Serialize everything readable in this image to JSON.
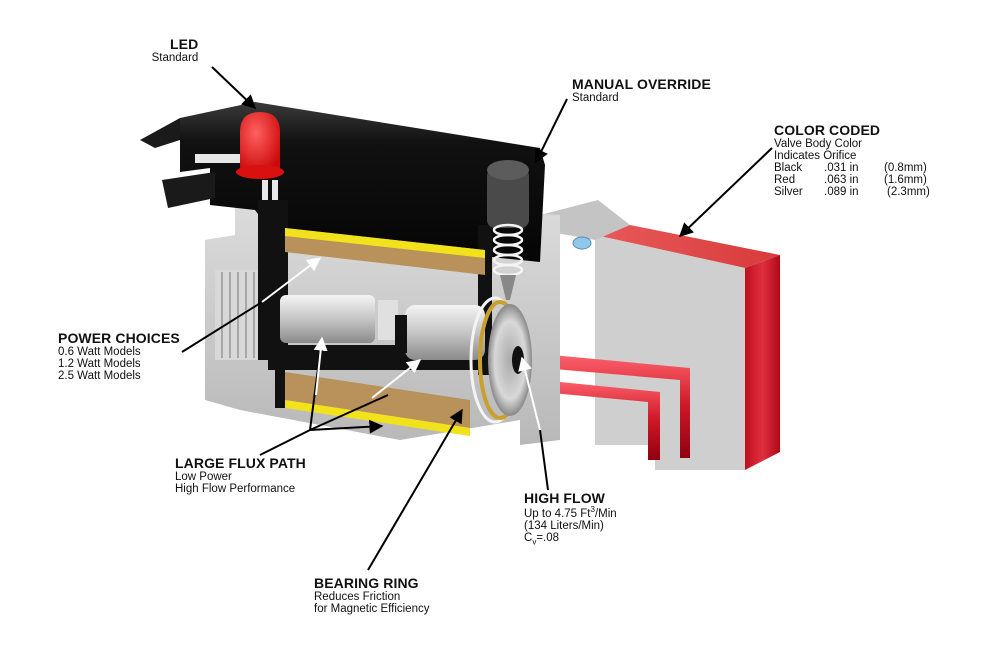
{
  "diagram": {
    "subject": "Solenoid valve cutaway",
    "colors": {
      "background": "#ffffff",
      "housing_black": "#141414",
      "body_gray": "#c8c8c8",
      "coil_gold": "#b8925a",
      "coil_yellow": "#f0e020",
      "led_red": "#e01818",
      "valve_red": "#e0303a",
      "arrow": "#000000"
    }
  },
  "labels": {
    "led": {
      "title": "LED",
      "lines": [
        "Standard"
      ]
    },
    "manual_override": {
      "title": "MANUAL OVERRIDE",
      "lines": [
        "Standard"
      ]
    },
    "color_coded": {
      "title": "COLOR CODED",
      "lines": [
        "Valve Body Color",
        "Indicates Orifice"
      ],
      "table": [
        {
          "color": "Black",
          "inch": ".031 in",
          "mm": "(0.8mm)"
        },
        {
          "color": "Red",
          "inch": ".063 in",
          "mm": "(1.6mm)"
        },
        {
          "color": "Silver",
          "inch": ".089 in",
          "mm": "(2.3mm)"
        }
      ]
    },
    "power_choices": {
      "title": "POWER CHOICES",
      "lines": [
        "0.6 Watt Models",
        "1.2 Watt Models",
        "2.5 Watt Models"
      ]
    },
    "large_flux_path": {
      "title": "LARGE FLUX PATH",
      "lines": [
        "Low Power",
        "High Flow Performance"
      ]
    },
    "high_flow": {
      "title": "HIGH FLOW",
      "line1_prefix": "Up to 4.75 Ft",
      "line1_sup": "3",
      "line1_suffix": "/Min",
      "line2": "(134 Liters/Min)",
      "line3_prefix": "C",
      "line3_sub": "v",
      "line3_suffix": "=.08"
    },
    "bearing_ring": {
      "title": "BEARING RING",
      "lines": [
        "Reduces Friction",
        "for Magnetic Efficiency"
      ]
    }
  }
}
